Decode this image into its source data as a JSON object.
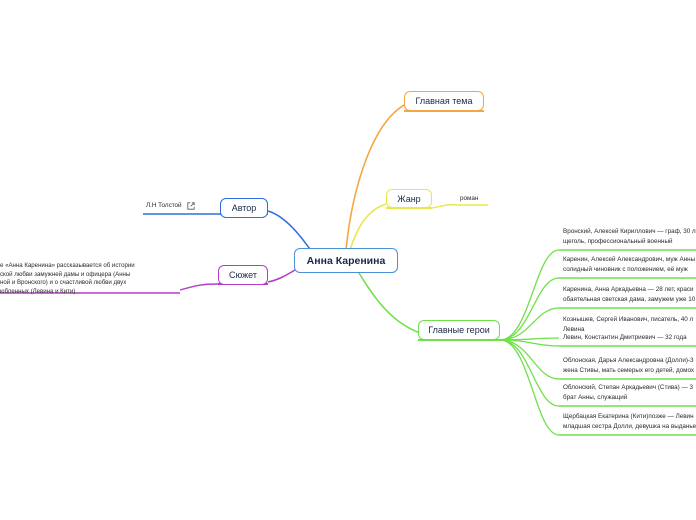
{
  "central": {
    "label": "Анна Каренина"
  },
  "colors": {
    "theme": "#f4a742",
    "genre": "#e8e84a",
    "heroes": "#6fe04a",
    "author": "#2e6fe0",
    "plot": "#b23ec8",
    "central_border": "#4a90d9"
  },
  "branches": {
    "theme": {
      "label": "Главная тема"
    },
    "genre": {
      "label": "Жанр",
      "leaf": "роман"
    },
    "author": {
      "label": "Автор",
      "leaf": "Л.Н Толстой",
      "leaf_icon": "external-link-icon"
    },
    "plot": {
      "label": "Сюжет",
      "leaf_lines": [
        "е «Анна Каренина» рассказывается об истории",
        "ской любви замужней дамы и офицера (Анны",
        "ной и Вронского) и о счастливой любви двух",
        "юбленных (Левина и Кити)"
      ]
    },
    "heroes": {
      "label": "Главные герои",
      "items": [
        {
          "line1": "Вронский, Алексей Кириллович — граф, 30 л",
          "line2": "щеголь, профессиональный военный"
        },
        {
          "line1": "Каренин, Алексей Александрович, муж Анны",
          "line2": "солидный чиновник с положением, её муж"
        },
        {
          "line1": "Каренина, Анна Аркадьевна — 28 лет, краси",
          "line2": "обаятельная светская дама, замужем уже 10"
        },
        {
          "line1": "Кознышев, Сергей Иванович, писатель, 40 л",
          "line2": "Левина"
        },
        {
          "line1": "Левин, Константин Дмитриевич — 32 года",
          "line2": ""
        },
        {
          "line1": "Облонская, Дарья Александровна (Долли)-3",
          "line2": "жена Стивы, мать семерых его детей, домох"
        },
        {
          "line1": "Облонский, Степан Аркадьевич (Стива) — 3",
          "line2": "брат Анны, служащий"
        },
        {
          "line1": "Щербацкая Екатерина (Кити)позже — Левин",
          "line2": "младшая сестра Долли, девушка на выданье"
        }
      ]
    }
  }
}
